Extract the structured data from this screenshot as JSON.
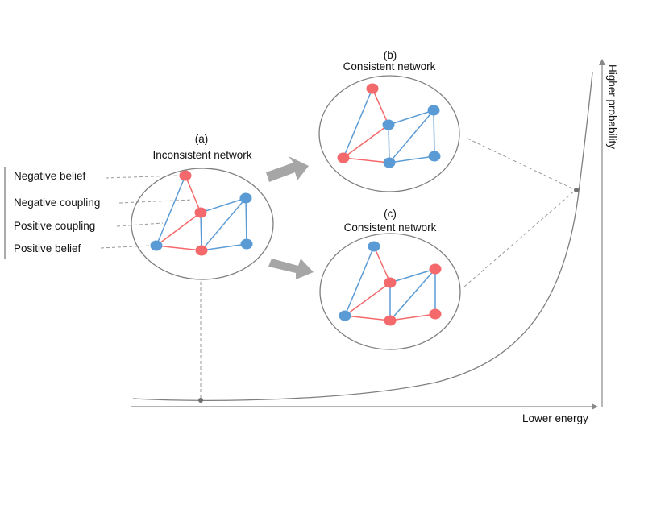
{
  "colors": {
    "positive": "#5b9bd5",
    "negative": "#f4696b",
    "outline": "#7f7f7f",
    "axis": "#888888",
    "arrow": "#a6a6a6",
    "guide": "#9a9a9a"
  },
  "legend": {
    "negative_belief": "Negative belief",
    "negative_coupling": "Negative coupling",
    "positive_coupling": "Positive coupling",
    "positive_belief": "Positive belief"
  },
  "network_a": {
    "tag": "(a)",
    "title": "Inconsistent network"
  },
  "network_b": {
    "tag": "(b)",
    "title": "Consistent network"
  },
  "network_c": {
    "tag": "(c)",
    "title": "Consistent network"
  },
  "axes": {
    "x_label": "Lower energy",
    "y_label": "Higher probability"
  },
  "icons": {
    "transition_arrow": "right-arrow-icon"
  }
}
